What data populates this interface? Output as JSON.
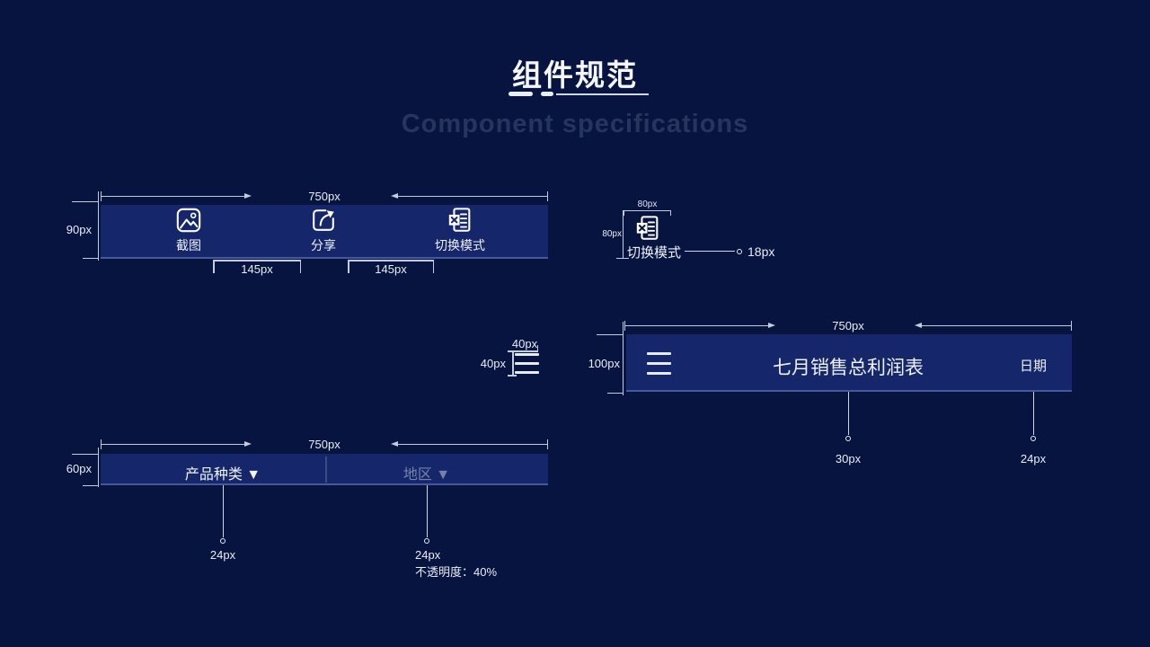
{
  "header": {
    "title": "组件规范",
    "subtitle": "Component specifications"
  },
  "colors": {
    "background": "#081440",
    "component_bar": "#15266b",
    "bar_bottom_edge": "#7084c4",
    "measure_line": "#c3cbdd",
    "measure_text": "#e9edf6",
    "subtitle_text": "#24365e",
    "dimmed_text_opacity": "40%"
  },
  "toolbar_spec": {
    "width_label": "750px",
    "height_label": "90px",
    "items": [
      {
        "icon": "image-icon",
        "label": "截图"
      },
      {
        "icon": "share-icon",
        "label": "分享"
      },
      {
        "icon": "excel-file-icon",
        "label": "切换模式"
      }
    ],
    "gaps": [
      "145px",
      "145px"
    ]
  },
  "icon_spec": {
    "width_label": "80px",
    "height_label": "80px",
    "label": "切换模式",
    "size_label": "18px"
  },
  "menu_spec": {
    "width_label": "40px",
    "height_label": "40px"
  },
  "titlebar_spec": {
    "width_label": "750px",
    "height_label": "100px",
    "title": "七月销售总利润表",
    "date": "日期",
    "title_size": "30px",
    "date_size": "24px"
  },
  "filter_spec": {
    "width_label": "750px",
    "height_label": "60px",
    "left": "产品种类 ▼",
    "right": "地区 ▼",
    "left_size": "24px",
    "right_size": "24px",
    "right_opacity": "不透明度：40%"
  }
}
